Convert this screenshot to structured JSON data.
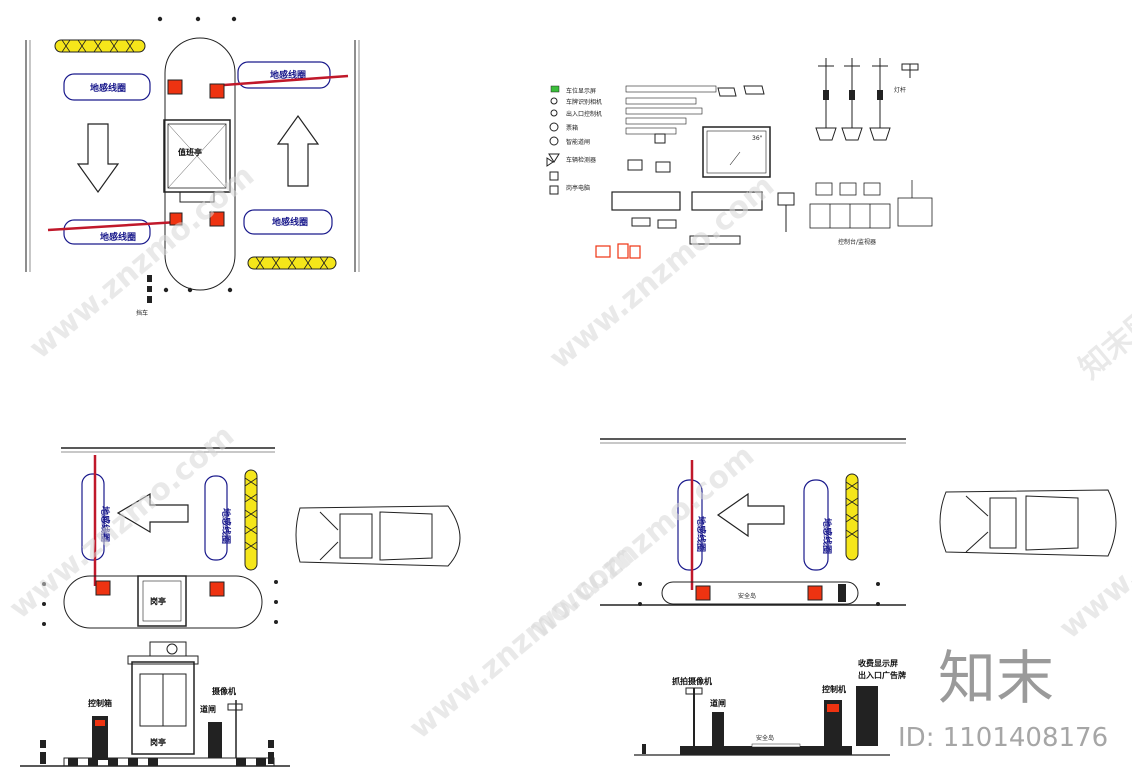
{
  "plan_top_left": {
    "loop_label_1": "地感线圈",
    "loop_label_2": "地感线圈",
    "loop_label_3": "地感线圈",
    "loop_label_4": "地感线圈",
    "booth_label": "值班亭",
    "bollard_label": "挡车"
  },
  "plan_bottom_left": {
    "loop_label_1": "地感线圈",
    "loop_label_2": "地感线圈",
    "booth_label": "岗亭"
  },
  "elevation_left": {
    "control_box_label": "控制箱",
    "barrier_label": "道闸",
    "camera_pole_label": "摄像机",
    "booth_label": "岗亭"
  },
  "plan_bottom_right": {
    "loop_label_1": "地感线圈",
    "loop_label_2": "地感线圈",
    "island_label": "安全岛"
  },
  "elevation_right": {
    "camera_label": "抓拍摄像机",
    "barrier_label": "道闸",
    "control_label": "控制机",
    "display_label": "收费显示屏",
    "sign_label": "出入口广告牌",
    "island_label": "安全岛"
  },
  "legend": {
    "items": [
      "车位显示屏",
      "车牌识别相机",
      "出入口控制机",
      "票箱",
      "智能道闸",
      "车辆检测器",
      "岗亭电脑"
    ],
    "monitor_caption": "36\"",
    "console_caption": "控制台/监视器",
    "pole_caption": "灯杆"
  },
  "watermark": {
    "site_text": "www.znzmo.com",
    "cjk_text": "知末网",
    "brand": "知末",
    "id_text": "ID: 1101408176"
  },
  "colors": {
    "accent_red": "#ee3311",
    "line_blue": "#1a1a8c",
    "yellow": "#f5e61a"
  }
}
